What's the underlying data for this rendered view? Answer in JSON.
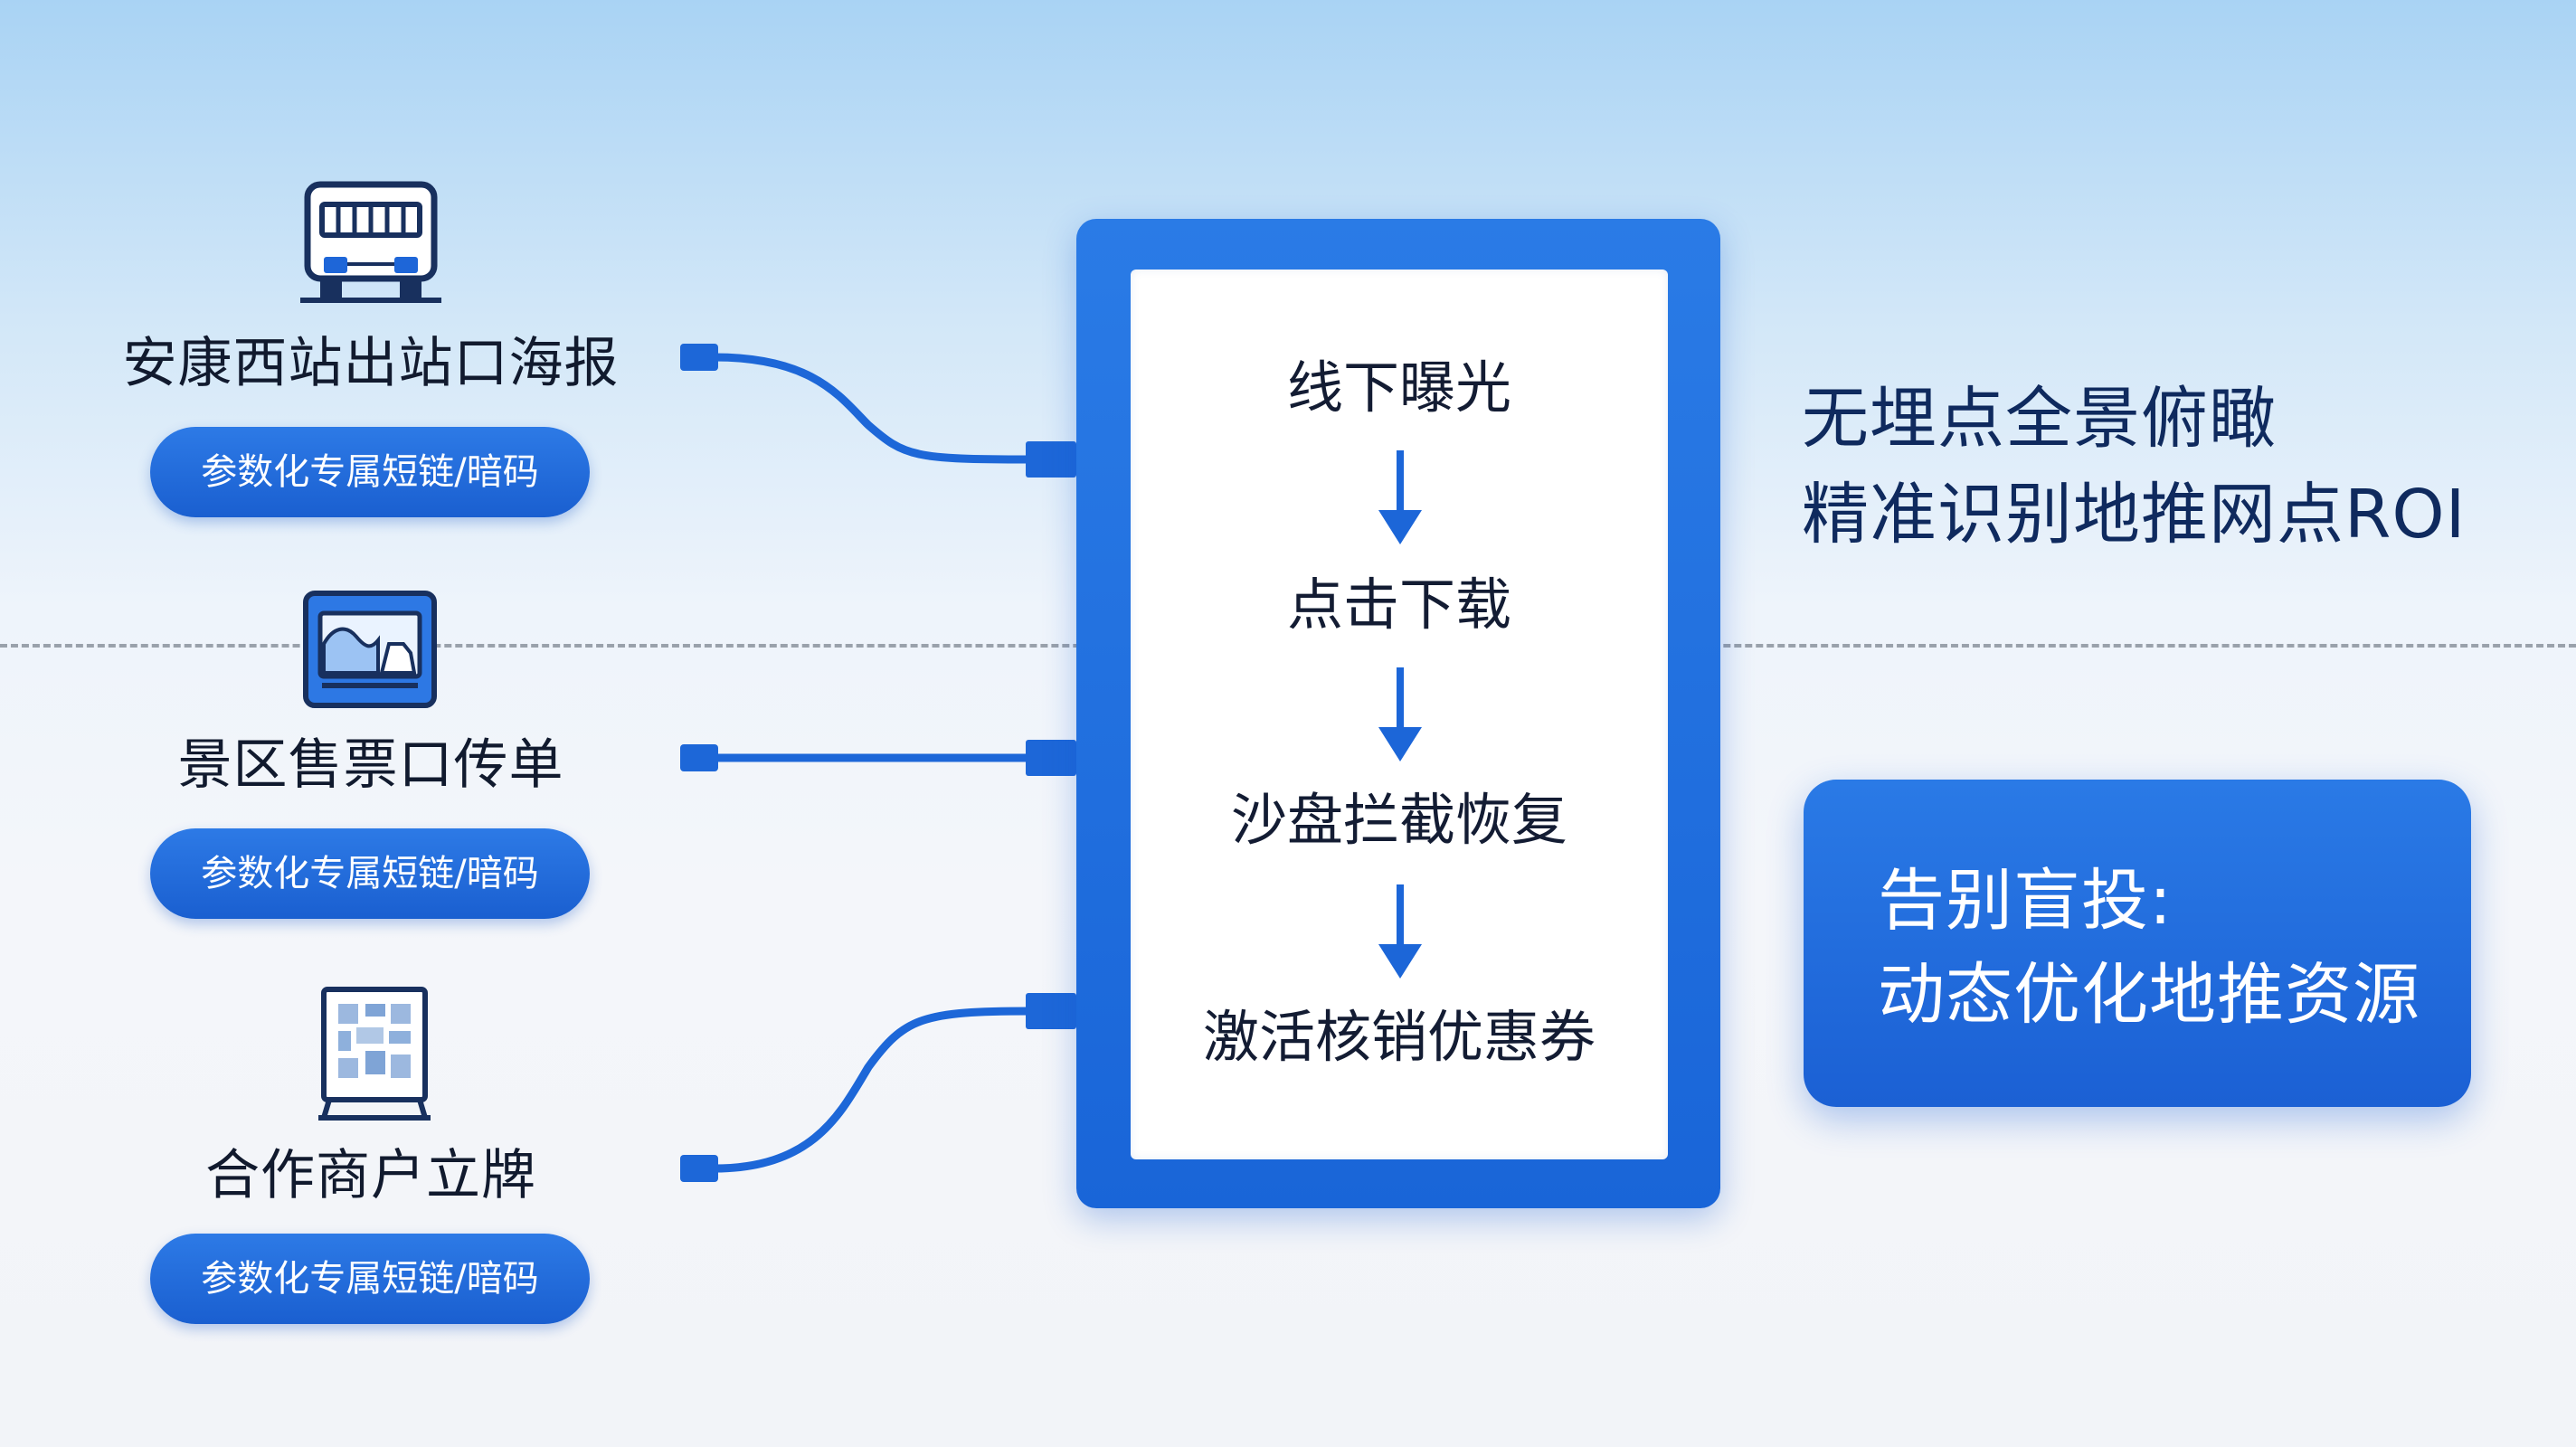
{
  "sources": [
    {
      "title": "安康西站出站口海报",
      "pill": "参数化专属短链/暗码",
      "icon": "bus-icon"
    },
    {
      "title": "景区售票口传单",
      "pill": "参数化专属短链/暗码",
      "icon": "landscape-flyer-icon"
    },
    {
      "title": "合作商户立牌",
      "pill": "参数化专属短链/暗码",
      "icon": "qr-standee-icon"
    }
  ],
  "flow": {
    "steps": [
      "线下曝光",
      "点击下载",
      "沙盘拦截恢复",
      "激活核销优惠券"
    ]
  },
  "roi": {
    "line1": "无埋点全景俯瞰",
    "line2": "精准识别地推网点ROI"
  },
  "callout": {
    "line1": "告别盲投:",
    "line2": "动态优化地推资源"
  },
  "colors": {
    "accent": "#1b63d6",
    "accent_light": "#2d7ae6",
    "text_dark": "#111a2e",
    "text_navy": "#0f2a5e",
    "divider": "#9aa1ab"
  }
}
